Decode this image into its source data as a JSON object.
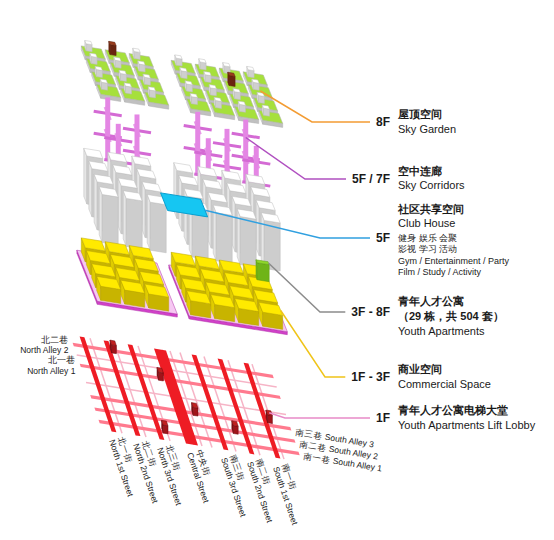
{
  "diagram": {
    "labels": [
      "8F",
      "屋顶空间",
      "Sky Garden",
      "5F / 7F",
      "空中连廊",
      "Sky Corridors",
      "社区共享空间",
      "Club House",
      "5F",
      "健身 娱乐 会聚",
      "影视 学习 活动",
      "Gym / Entertainment / Party",
      "Film / Study / Activity",
      "3F - 8F",
      "青年人才公寓",
      "（29 栋，共 504 套）",
      "Youth Apartments",
      "1F - 3F",
      "商业空间",
      "Commercial Space",
      "1F",
      "青年人才公寓电梯大堂",
      "Youth Apartments Lift Lobby",
      "北二巷",
      "North Alley 2",
      "北一巷",
      "North Alley 1",
      "北一街",
      "North 1st Street",
      "北二街",
      "North 2nd Street",
      "北三街",
      "North 3rd Street",
      "中央街",
      "Central Street",
      "南三街",
      "South 3rd Street",
      "南二街",
      "South 2nd Street",
      "南一街",
      "South 1st Street",
      "南三巷",
      "South Alley 3",
      "南二巷",
      "South Alley 2",
      "南一巷",
      "South Alley 1"
    ]
  }
}
